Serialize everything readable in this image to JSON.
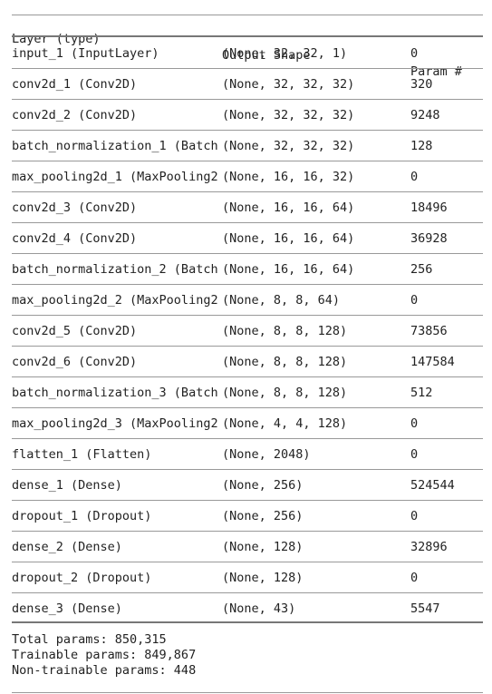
{
  "header": {
    "layer": "Layer (type)",
    "output_shape": "Output Shape",
    "params": "Param #"
  },
  "layers": [
    {
      "name": "input_1 (InputLayer)",
      "shape": "(None, 32, 32, 1)",
      "params": "0"
    },
    {
      "name": "conv2d_1 (Conv2D)",
      "shape": "(None, 32, 32, 32)",
      "params": "320"
    },
    {
      "name": "conv2d_2 (Conv2D)",
      "shape": "(None, 32, 32, 32)",
      "params": "9248"
    },
    {
      "name": "batch_normalization_1 (Batch",
      "shape": "(None, 32, 32, 32)",
      "params": "128"
    },
    {
      "name": "max_pooling2d_1 (MaxPooling2",
      "shape": "(None, 16, 16, 32)",
      "params": "0"
    },
    {
      "name": "conv2d_3 (Conv2D)",
      "shape": "(None, 16, 16, 64)",
      "params": "18496"
    },
    {
      "name": "conv2d_4 (Conv2D)",
      "shape": "(None, 16, 16, 64)",
      "params": "36928"
    },
    {
      "name": "batch_normalization_2 (Batch",
      "shape": "(None, 16, 16, 64)",
      "params": "256"
    },
    {
      "name": "max_pooling2d_2 (MaxPooling2",
      "shape": "(None, 8, 8, 64)",
      "params": "0"
    },
    {
      "name": "conv2d_5 (Conv2D)",
      "shape": "(None, 8, 8, 128)",
      "params": "73856"
    },
    {
      "name": "conv2d_6 (Conv2D)",
      "shape": "(None, 8, 8, 128)",
      "params": "147584"
    },
    {
      "name": "batch_normalization_3 (Batch",
      "shape": "(None, 8, 8, 128)",
      "params": "512"
    },
    {
      "name": "max_pooling2d_3 (MaxPooling2",
      "shape": "(None, 4, 4, 128)",
      "params": "0"
    },
    {
      "name": "flatten_1 (Flatten)",
      "shape": "(None, 2048)",
      "params": "0"
    },
    {
      "name": "dense_1 (Dense)",
      "shape": "(None, 256)",
      "params": "524544"
    },
    {
      "name": "dropout_1 (Dropout)",
      "shape": "(None, 256)",
      "params": "0"
    },
    {
      "name": "dense_2 (Dense)",
      "shape": "(None, 128)",
      "params": "32896"
    },
    {
      "name": "dropout_2 (Dropout)",
      "shape": "(None, 128)",
      "params": "0"
    },
    {
      "name": "dense_3 (Dense)",
      "shape": "(None, 43)",
      "params": "5547"
    }
  ],
  "totals": {
    "total": "Total params: 850,315",
    "trainable": "Trainable params: 849,867",
    "non_trainable": "Non-trainable params: 448"
  }
}
